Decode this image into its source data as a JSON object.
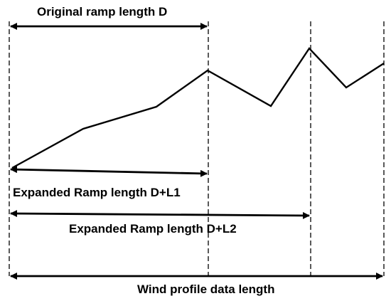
{
  "labels": {
    "original_ramp": "Original ramp length D",
    "expanded_l1": "Expanded Ramp length D+L1",
    "expanded_l2": "Expanded Ramp length D+L2",
    "wind_profile": "Wind profile data length"
  },
  "colors": {
    "stroke": "#000000",
    "background": "#ffffff"
  }
}
